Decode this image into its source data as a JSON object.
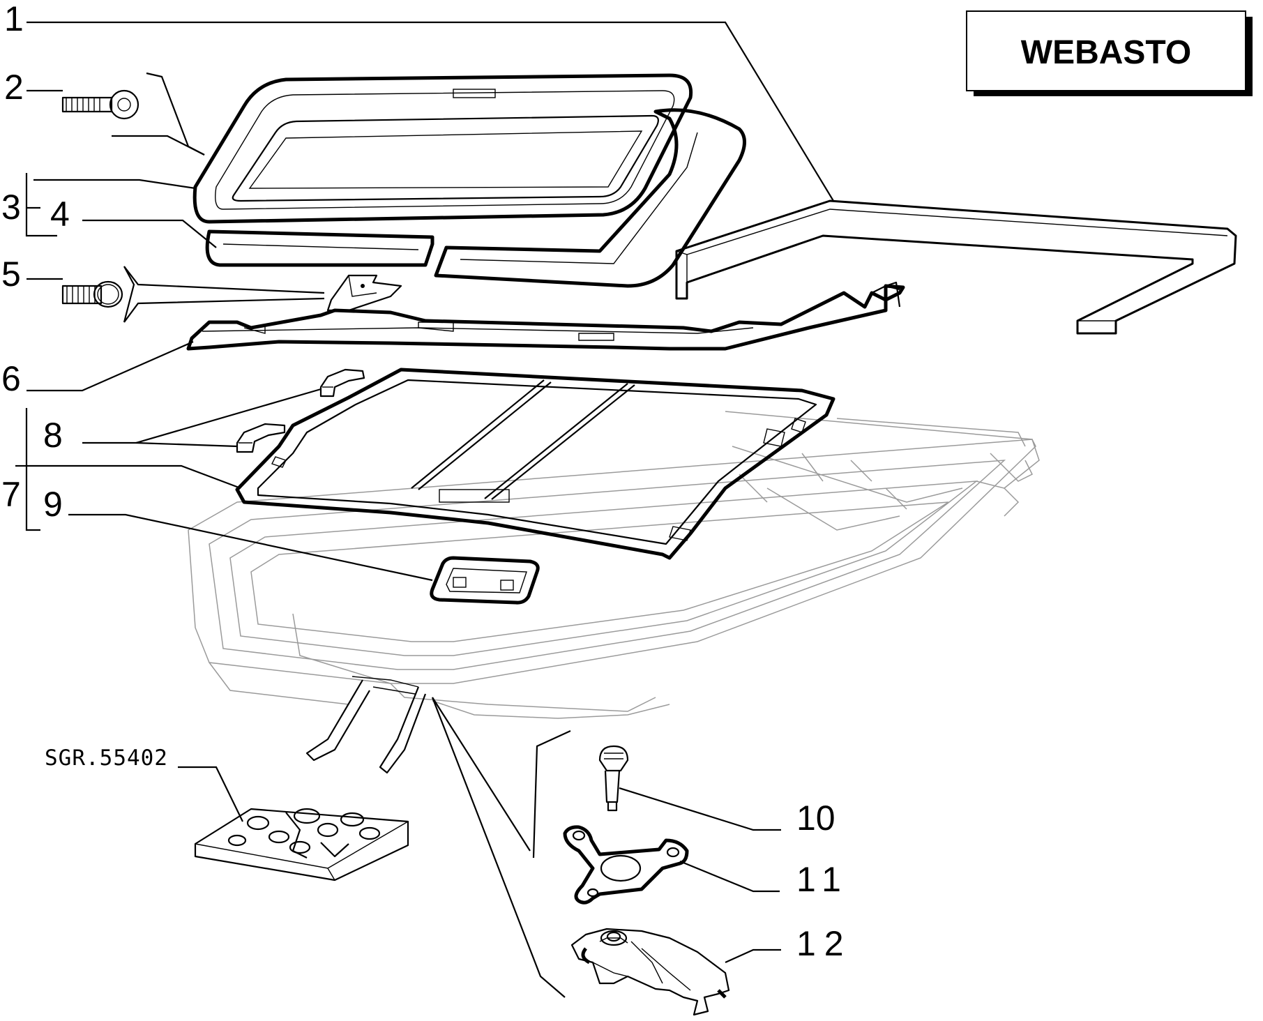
{
  "brand_label": "WEBASTO",
  "reference_label": "SGR.55402",
  "callouts": {
    "p1": "1",
    "p2": "2",
    "p3": "3",
    "p4": "4",
    "p5": "5",
    "p6": "6",
    "p7": "7",
    "p8": "8",
    "p9": "9",
    "p10": "10",
    "p11": "11",
    "p12": "12"
  }
}
